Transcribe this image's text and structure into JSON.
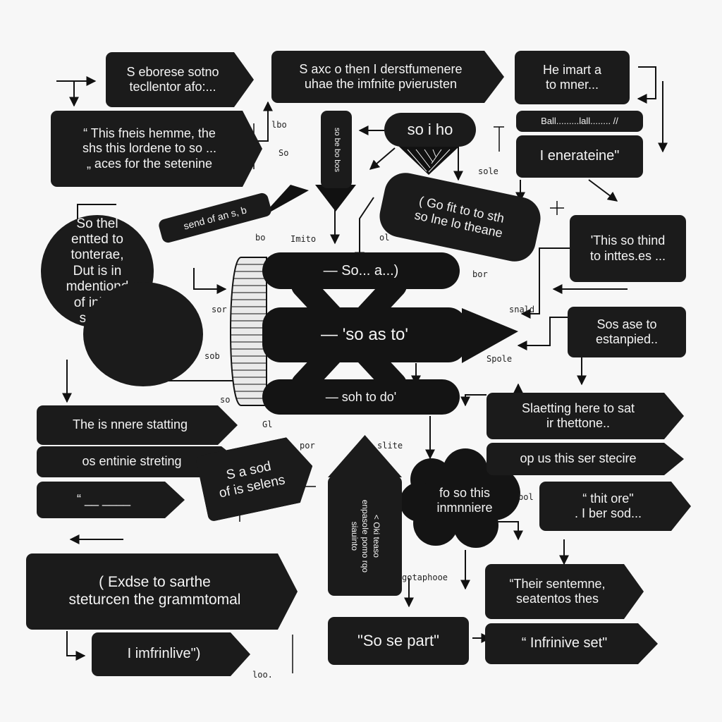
{
  "boxes": {
    "b1": "S eborese sotno\ntecllentor afo:...",
    "b2": "S axc o then I derstfumenere\nuhae the imfnite pvierusten",
    "b3": "He imart a\nto mner...",
    "b4": "“ This fneis hemme, the\nshs this lordene to so ...\n„ aces for the setenine",
    "b5": "so i ho",
    "b6": "Ball.........lall........ //",
    "b7": "I enerateine\"",
    "b8": "send of an s, b",
    "b9": "( Go fit to to sth\nso lne lo theane",
    "b10": "'This so thind\nto inttes.es ...",
    "b11": "So thel\nentted to\ntonterae,\nDut is in\nmdentiond\nof inlted\nsos ...",
    "b13": "Sos ase to\nestanpied..",
    "b14": "The is nnere statting",
    "b15": "Slaetting here to sat\nir thettone..",
    "b16": "os entinie streting",
    "b17": "S a sod\nof is selens",
    "b18": "op us this ser stecire",
    "b19": "“ __ ____",
    "b20": "< Oki teaso\nenpasoIe pomo rqo\nsiauinto",
    "b21": "fo so this\ninmnniere",
    "b22": "“ thit ore\"\n. I ber sod...",
    "b23": "( Exdse to sarthe\nsteturcen the grammtomal",
    "b24": "“Their sentemne,\nseatentos thes",
    "b25": "I imfrinlive\")",
    "b26": "\"So se part\"",
    "b27": "“ Infrinive set\"",
    "b12": "so be bo bos"
  },
  "stack": {
    "row1": "— So... a...)",
    "row2": "— 'so as to'",
    "row3": "— soh to do'"
  },
  "labels": {
    "l1": "lbo",
    "l2": "So",
    "l3": "bo",
    "l4": "Imito",
    "l5": "ol",
    "l6": "sole",
    "l7": "bor",
    "l8": "sor",
    "l9": "sob",
    "l10": "so",
    "l11": "snald",
    "l12": "Spole",
    "l13": "Gl",
    "l14": "por",
    "l15": "slite",
    "l16": "bol",
    "l17": "gotaphooe",
    "l18": "loo."
  }
}
